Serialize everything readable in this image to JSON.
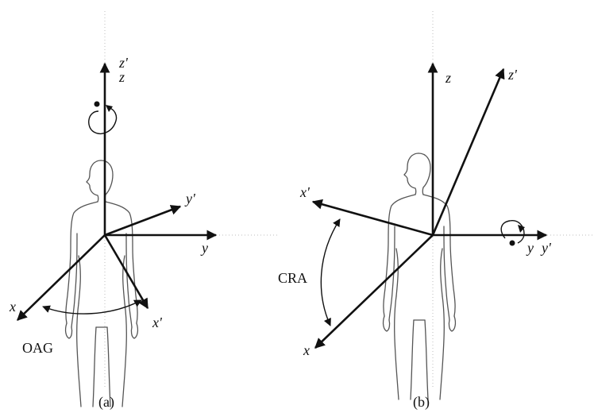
{
  "panel_a": {
    "axes": {
      "z": "z",
      "z_prime": "z'",
      "y": "y",
      "y_prime": "y'",
      "x": "x",
      "x_prime": "x'"
    },
    "angle_label": "OAG",
    "caption": "(a)"
  },
  "panel_b": {
    "axes": {
      "z": "z",
      "z_prime": "z'",
      "y": "y",
      "y_prime": "y'",
      "x": "x",
      "x_prime": "x'"
    },
    "angle_label": "CRA",
    "caption": "(b)"
  }
}
